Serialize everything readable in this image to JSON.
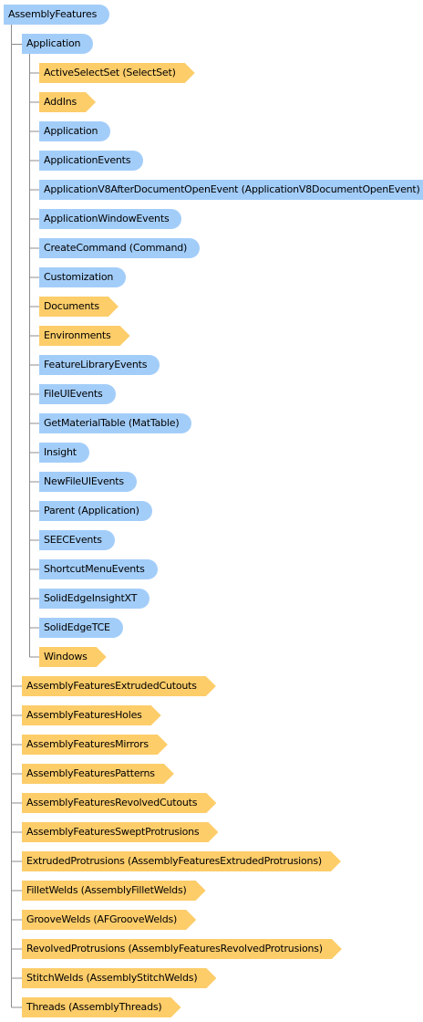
{
  "root": {
    "label": "AssemblyFeatures",
    "kind": "object"
  },
  "application": {
    "label": "Application",
    "kind": "object",
    "children": [
      {
        "label": "ActiveSelectSet (SelectSet)",
        "kind": "collection"
      },
      {
        "label": "AddIns",
        "kind": "collection"
      },
      {
        "label": "Application",
        "kind": "object"
      },
      {
        "label": "ApplicationEvents",
        "kind": "object"
      },
      {
        "label": "ApplicationV8AfterDocumentOpenEvent (ApplicationV8DocumentOpenEvent)",
        "kind": "object"
      },
      {
        "label": "ApplicationWindowEvents",
        "kind": "object"
      },
      {
        "label": "CreateCommand (Command)",
        "kind": "object"
      },
      {
        "label": "Customization",
        "kind": "object"
      },
      {
        "label": "Documents",
        "kind": "collection"
      },
      {
        "label": "Environments",
        "kind": "collection"
      },
      {
        "label": "FeatureLibraryEvents",
        "kind": "object"
      },
      {
        "label": "FileUIEvents",
        "kind": "object"
      },
      {
        "label": "GetMaterialTable (MatTable)",
        "kind": "object"
      },
      {
        "label": "Insight",
        "kind": "object"
      },
      {
        "label": "NewFileUIEvents",
        "kind": "object"
      },
      {
        "label": "Parent (Application)",
        "kind": "object"
      },
      {
        "label": "SEECEvents",
        "kind": "object"
      },
      {
        "label": "ShortcutMenuEvents",
        "kind": "object"
      },
      {
        "label": "SolidEdgeInsightXT",
        "kind": "object"
      },
      {
        "label": "SolidEdgeTCE",
        "kind": "object"
      },
      {
        "label": "Windows",
        "kind": "collection"
      }
    ]
  },
  "members": [
    {
      "label": "AssemblyFeaturesExtrudedCutouts",
      "kind": "collection"
    },
    {
      "label": "AssemblyFeaturesHoles",
      "kind": "collection"
    },
    {
      "label": "AssemblyFeaturesMirrors",
      "kind": "collection"
    },
    {
      "label": "AssemblyFeaturesPatterns",
      "kind": "collection"
    },
    {
      "label": "AssemblyFeaturesRevolvedCutouts",
      "kind": "collection"
    },
    {
      "label": "AssemblyFeaturesSweptProtrusions",
      "kind": "collection"
    },
    {
      "label": "ExtrudedProtrusions (AssemblyFeaturesExtrudedProtrusions)",
      "kind": "collection"
    },
    {
      "label": "FilletWelds (AssemblyFilletWelds)",
      "kind": "collection"
    },
    {
      "label": "GrooveWelds (AFGrooveWelds)",
      "kind": "collection"
    },
    {
      "label": "RevolvedProtrusions (AssemblyFeaturesRevolvedProtrusions)",
      "kind": "collection"
    },
    {
      "label": "StitchWelds (AssemblyStitchWelds)",
      "kind": "collection"
    },
    {
      "label": "Threads (AssemblyThreads)",
      "kind": "collection"
    }
  ],
  "colors": {
    "object": "#a3cdf9",
    "collection": "#fdcd6a",
    "connector": "#8c8c8c"
  }
}
